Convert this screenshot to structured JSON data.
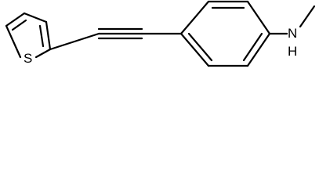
{
  "molecule": {
    "atoms": {
      "sulfur": "S",
      "nitrogen": "N",
      "hydrogen": "H"
    }
  }
}
